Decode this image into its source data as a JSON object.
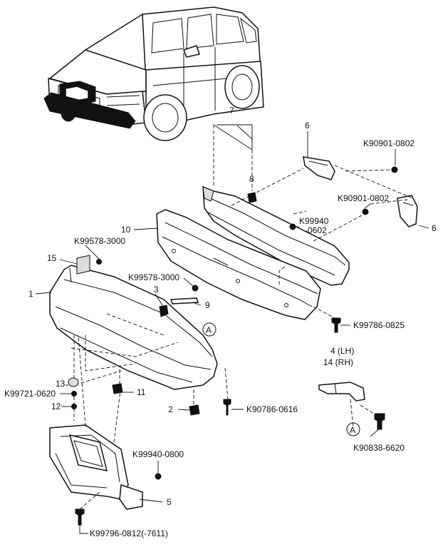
{
  "labels": {
    "p1": "1",
    "p2": "2",
    "p3": "3",
    "p4": "4 (LH)",
    "p14": "14 (RH)",
    "p5": "5",
    "p6a": "6",
    "p6b": "6",
    "p7": "7",
    "p8": "8",
    "p9": "9",
    "p10": "10",
    "p11": "11",
    "p12": "12",
    "p13": "13",
    "p15": "15",
    "k90901_top": "K90901-0802",
    "k90901_mid": "K90901-0802",
    "k99940_a": "K99940",
    "k99940_b": "-0602",
    "k99578_a": "K99578-3000",
    "k99578_b": "K99578-3000",
    "k99786": "K99786-0825",
    "k99721": "K99721-0620",
    "k90786": "K90786-0616",
    "k90838": "K90838-6620",
    "k99940_0800": "K99940-0800",
    "k99796": "K99796-0812(-7611)",
    "ref_a1": "A",
    "ref_a2": "A"
  }
}
